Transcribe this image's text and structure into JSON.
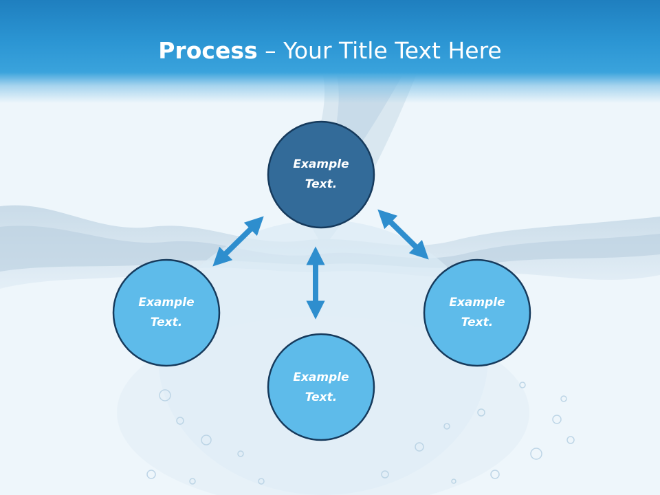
{
  "title": {
    "bold": "Process",
    "dash": " – ",
    "rest": "Your Title Text Here"
  },
  "nodes": [
    {
      "id": "top",
      "line1": "Example",
      "line2": "Text."
    },
    {
      "id": "left",
      "line1": "Example",
      "line2": "Text."
    },
    {
      "id": "right",
      "line1": "Example",
      "line2": "Text."
    },
    {
      "id": "bottom",
      "line1": "Example",
      "line2": "Text."
    }
  ],
  "colors": {
    "header": "#2b95d3",
    "node_dark": "#336b99",
    "node_light": "#5ebbea",
    "node_border": "#163a5c",
    "arrow": "#2e8ece"
  },
  "background": "water-splash"
}
